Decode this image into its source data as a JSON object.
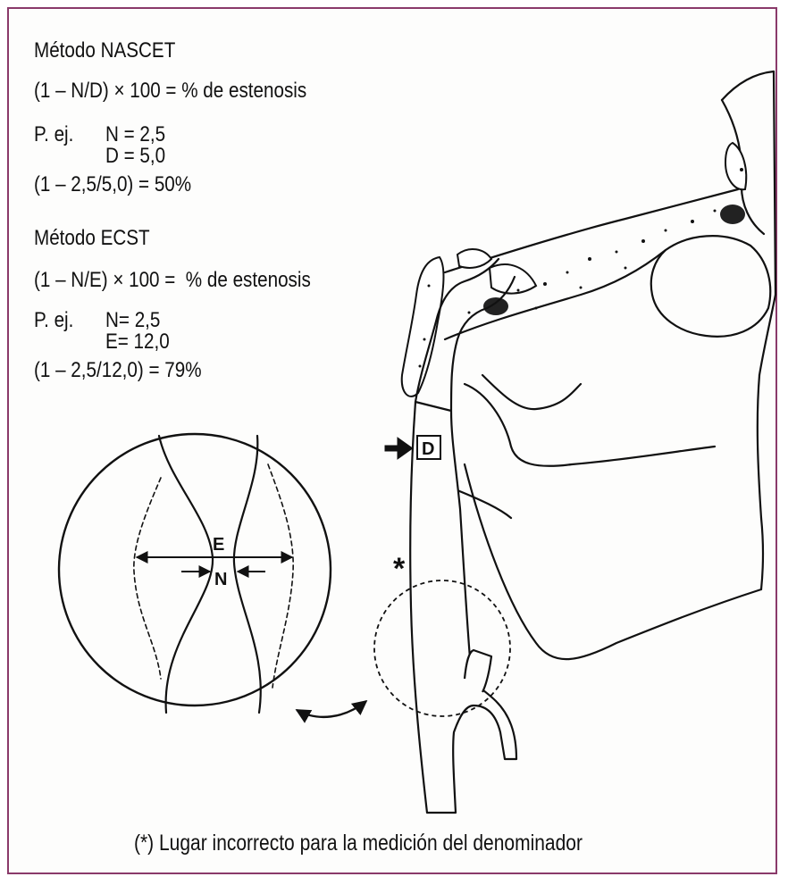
{
  "nascet": {
    "title": "Método NASCET",
    "formula": "(1 – N/D) × 100 = % de estenosis",
    "example_prefix": "P. ej.",
    "example_n": "N = 2,5",
    "example_d": "D = 5,0",
    "result": "(1 – 2,5/5,0) = 50%"
  },
  "ecst": {
    "title": "Método ECST",
    "formula": "(1 – N/E) × 100 =  % de estenosis",
    "example_prefix": "P. ej.",
    "example_n": "N= 2,5",
    "example_e": "E= 12,0",
    "result": "(1 – 2,5/12,0) = 79%"
  },
  "diagram_labels": {
    "e": "E",
    "n": "N",
    "d": "D",
    "asterisk": "*"
  },
  "caption": "(*) Lugar incorrecto para la medición del denominador",
  "colors": {
    "border": "#8a3a6a",
    "ink": "#111111"
  }
}
